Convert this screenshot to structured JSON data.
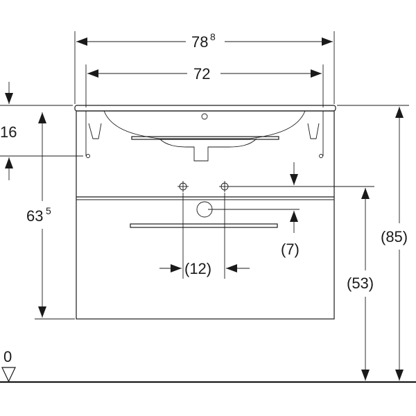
{
  "dimensions": {
    "total_width": {
      "main": "78",
      "sup": "8"
    },
    "basin_width": "72",
    "basin_depth": "16",
    "cabinet_height": {
      "main": "63",
      "sup": "5"
    },
    "total_height": "(85)",
    "outlet_height": "(53)",
    "outlet_offset": "(7)",
    "tap_spacing": "(12)",
    "floor_level": "0"
  }
}
